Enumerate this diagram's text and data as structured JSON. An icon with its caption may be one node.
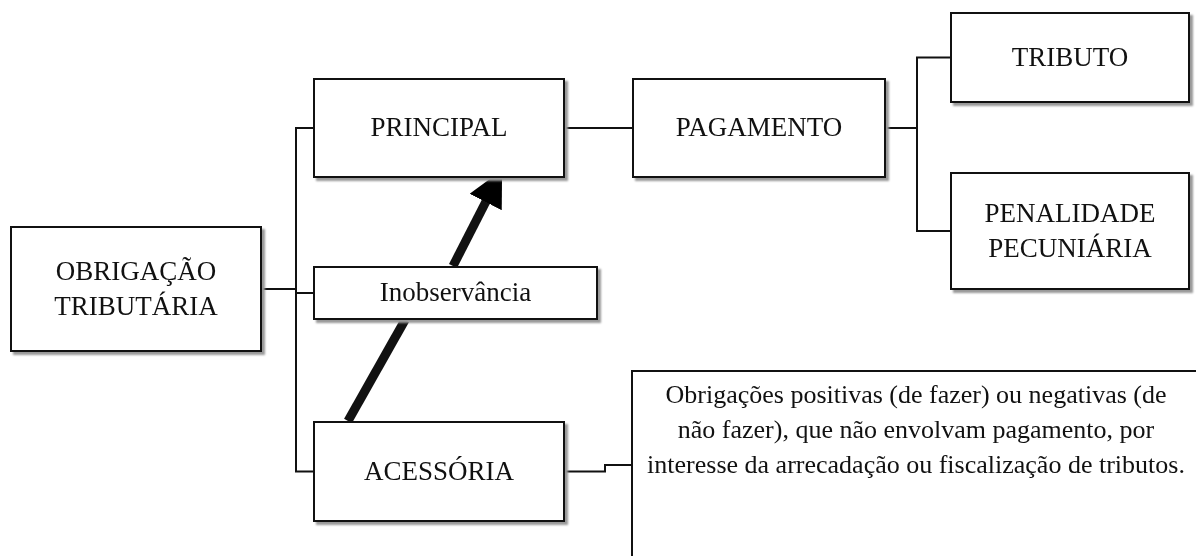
{
  "diagram": {
    "nodes": [
      {
        "text": [
          "OBRIGAÇÃO TRIBUTÁRIA"
        ]
      },
      {
        "text": [
          "PRINCIPAL"
        ]
      },
      {
        "text": [
          "Inobservância"
        ]
      },
      {
        "text": [
          "ACESSÓRIA"
        ]
      },
      {
        "text": [
          "PAGAMENTO"
        ]
      },
      {
        "text": [
          "TRIBUTO"
        ]
      },
      {
        "text": [
          "PENALIDADE PECUNIÁRIA"
        ]
      },
      {
        "text": [
          "Obrigações positivas (de fazer) ou negativas (de não fazer), que não envolvam pagamento, por interesse da arrecadação ou fiscalização de tributos."
        ]
      }
    ],
    "edges": [
      {
        "from": 0,
        "to": 1,
        "arrow": "none"
      },
      {
        "from": 0,
        "to": 2,
        "arrow": "none"
      },
      {
        "from": 0,
        "to": 3,
        "arrow": "none"
      },
      {
        "from": 1,
        "to": 4,
        "arrow": "none"
      },
      {
        "from": 4,
        "to": 5,
        "arrow": "none"
      },
      {
        "from": 4,
        "to": 6,
        "arrow": "none"
      },
      {
        "from": 3,
        "to": 7,
        "arrow": "none"
      },
      {
        "from": 3,
        "to": 2,
        "arrow": "none",
        "style": "thick"
      },
      {
        "from": 2,
        "to": 1,
        "arrow": "to",
        "style": "thick"
      }
    ]
  }
}
